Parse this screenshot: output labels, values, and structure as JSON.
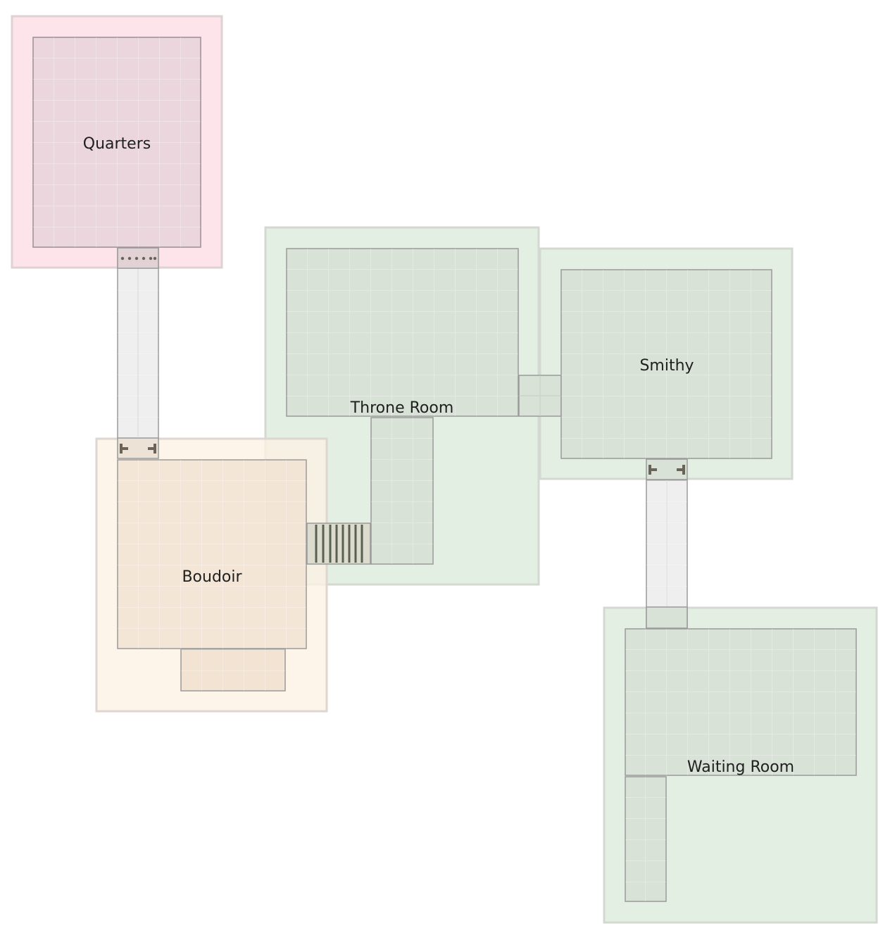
{
  "map": {
    "rooms": [
      {
        "id": "quarters",
        "name": "Quarters",
        "zone": "rose"
      },
      {
        "id": "throne-room",
        "name": "Throne Room",
        "zone": "green"
      },
      {
        "id": "smithy",
        "name": "Smithy",
        "zone": "green"
      },
      {
        "id": "boudoir",
        "name": "Boudoir",
        "zone": "peach"
      },
      {
        "id": "waiting-room",
        "name": "Waiting Room",
        "zone": "green"
      }
    ],
    "connections": [
      {
        "from": "Quarters",
        "to": "Boudoir",
        "kind": "corridor",
        "doors": [
          "portcullis",
          "double-door"
        ]
      },
      {
        "from": "Throne Room",
        "to": "Smithy",
        "kind": "opening"
      },
      {
        "from": "Boudoir",
        "to": "Throne Room",
        "kind": "stairs"
      },
      {
        "from": "Smithy",
        "to": "Waiting Room",
        "kind": "corridor",
        "doors": [
          "double-door"
        ]
      }
    ],
    "colors": {
      "rose_zone_fill": "#fce4ea",
      "rose_room_fill": "#ecd6dd",
      "green_zone_fill": "#e4efe3",
      "green_room_fill": "#d8e2d6",
      "peach_zone_fill": "#fef1e3",
      "peach_room_fill": "#f2e3d3",
      "corridor_fill": "#efefef",
      "wall": "#9a9a9a",
      "zone_border": "#d6d6d6",
      "grid_line": "#ffffff",
      "door_mark": "#6b6358"
    }
  }
}
